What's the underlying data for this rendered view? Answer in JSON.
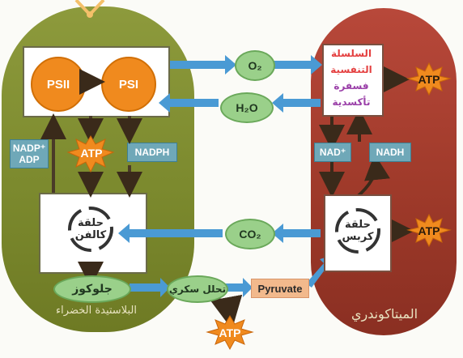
{
  "chloroplast": {
    "caption": "البلاستيدة الخضراء",
    "psii": "PSII",
    "psi": "PSI",
    "nadp_adp": [
      "NADP⁺",
      "ADP"
    ],
    "atp": "ATP",
    "nadph": "NADPH",
    "calvin": [
      "حلقة",
      "كالفن"
    ],
    "glucose": "جلوكوز"
  },
  "middle": {
    "o2": "O₂",
    "h2o": "H₂O",
    "co2": "CO₂",
    "glycolysis": "تحلل سكري",
    "pyruvate": "Pyruvate",
    "atp_bottom": "ATP"
  },
  "mitochondrion": {
    "caption": "الميتاكوندري",
    "chain": [
      "السلسلة",
      "التنفسية",
      "فسفرة",
      "تأكسدية"
    ],
    "atp_top": "ATP",
    "nad": "NAD⁺",
    "nadh": "NADH",
    "krebs": [
      "حلقة",
      "كربس"
    ],
    "atp_krebs": "ATP"
  },
  "colors": {
    "chloroplast": "#7c8a2e",
    "mitochondrion": "#9f3a2a",
    "arrow_blue": "#4a9ad4",
    "atp_orange": "#f08a1e",
    "oval_green": "#9ad08a",
    "label_teal": "#6fa8b8"
  }
}
